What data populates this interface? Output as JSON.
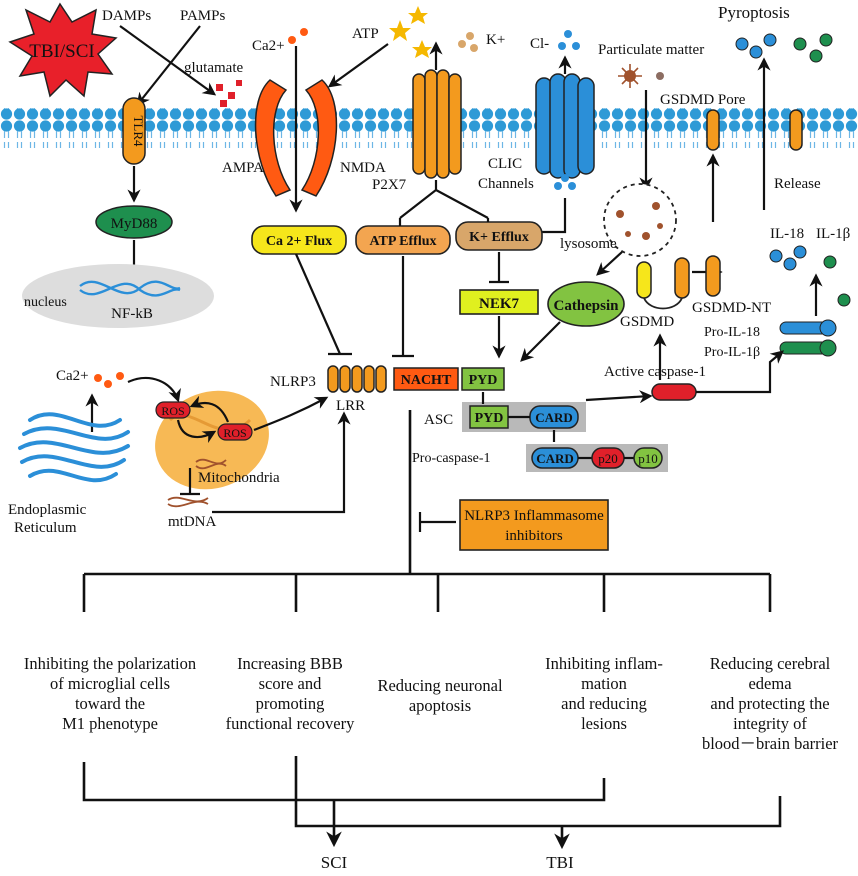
{
  "labels": {
    "injury": "TBI/SCI",
    "damps": "DAMPs",
    "pamps": "PAMPs",
    "glutamate": "glutamate",
    "ca_ion": "Ca2+",
    "atp_ion": "ATP",
    "k_ion": "K+",
    "cl_ion": "Cl-",
    "particulate": "Particulate matter",
    "pyroptosis": "Pyroptosis",
    "tlr4": "TLR4",
    "ampa": "AMPA",
    "nmda": "NMDA",
    "p2x7": "P2X7",
    "clic": "CLIC",
    "channels": "Channels",
    "gsdmd_pore": "GSDMD Pore",
    "release": "Release",
    "myd88": "MyD88",
    "ca_flux": "Ca 2+ Flux",
    "atp_efflux": "ATP Efflux",
    "k_efflux": "K+ Efflux",
    "lysosome": "lysosome",
    "il18": "IL-18",
    "il1b": "IL-1β",
    "nucleus": "nucleus",
    "nfkb": "NF-kB",
    "nek7": "NEK7",
    "cathepsin": "Cathepsin",
    "gsdmd_nt": "GSDMD-NT",
    "gsdmd": "GSDMD",
    "pro_il18": "Pro-IL-18",
    "pro_il1b": "Pro-IL-1β",
    "er_ca": "Ca2+",
    "nlrp3": "NLRP3",
    "lrr": "LRR",
    "nacht": "NACHT",
    "pyd": "PYD",
    "asc": "ASC",
    "asc_pyd": "PYD",
    "card": "CARD",
    "active_casp1": "Active caspase-1",
    "ros1": "ROS",
    "ros2": "ROS",
    "mitochondria": "Mitochondria",
    "procasp1": "Pro-caspase-1",
    "card2": "CARD",
    "p20": "p20",
    "p10": "p10",
    "er_line1": "Endoplasmic",
    "er_line2": "Reticulum",
    "mtdna": "mtDNA",
    "inhibitors_line1": "NLRP3 Inflammasome",
    "inhibitors_line2": "inhibitors"
  },
  "outcomes": [
    "Inhibiting the polarization\nof microglial cells\ntoward the\nM1 phenotype",
    "Increasing BBB\nscore and\npromoting\nfunctional recovery",
    "Reducing neuronal\napoptosis",
    "Inhibiting inflam-\nmation\nand reducing\nlesions",
    "Reducing cerebral\nedema\nand protecting the\nintegrity of\nblood－brain barrier"
  ],
  "targets": {
    "sci": "SCI",
    "tbi": "TBI"
  },
  "colors": {
    "orange": "#f39a1e",
    "dark_orange": "#ff5a12",
    "green": "#1e8f4e",
    "light_green": "#82c341",
    "blue": "#2b8fd8",
    "red": "#e0202a",
    "yellow": "#f6e61b",
    "tan": "#d8a66a",
    "membrane": "#2e9ad6"
  }
}
